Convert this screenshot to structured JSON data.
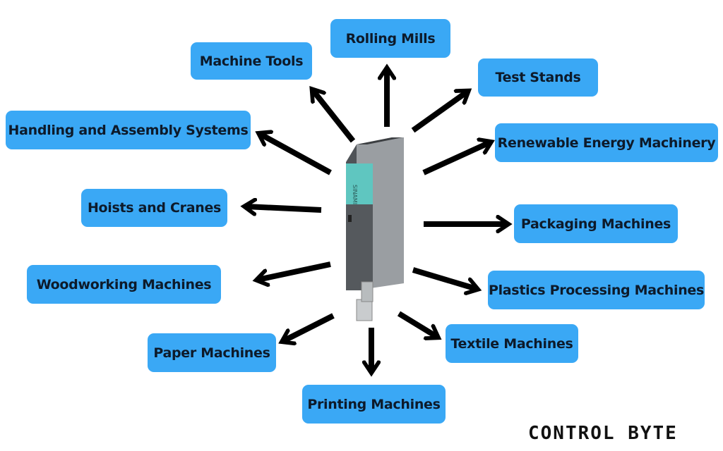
{
  "colors": {
    "box": "#3aa8f5",
    "text": "#0d1a2a",
    "arrow": "#000000"
  },
  "device": {
    "label": "SINAMICS"
  },
  "applications": [
    "Rolling Mills",
    "Machine Tools",
    "Test Stands",
    "Handling and Assembly Systems",
    "Renewable Energy Machinery",
    "Hoists and Cranes",
    "Packaging Machines",
    "Woodworking Machines",
    "Plastics Processing Machines",
    "Paper Machines",
    "Textile Machines",
    "Printing Machines"
  ],
  "logo": {
    "text": "CONTROL BYTE"
  }
}
